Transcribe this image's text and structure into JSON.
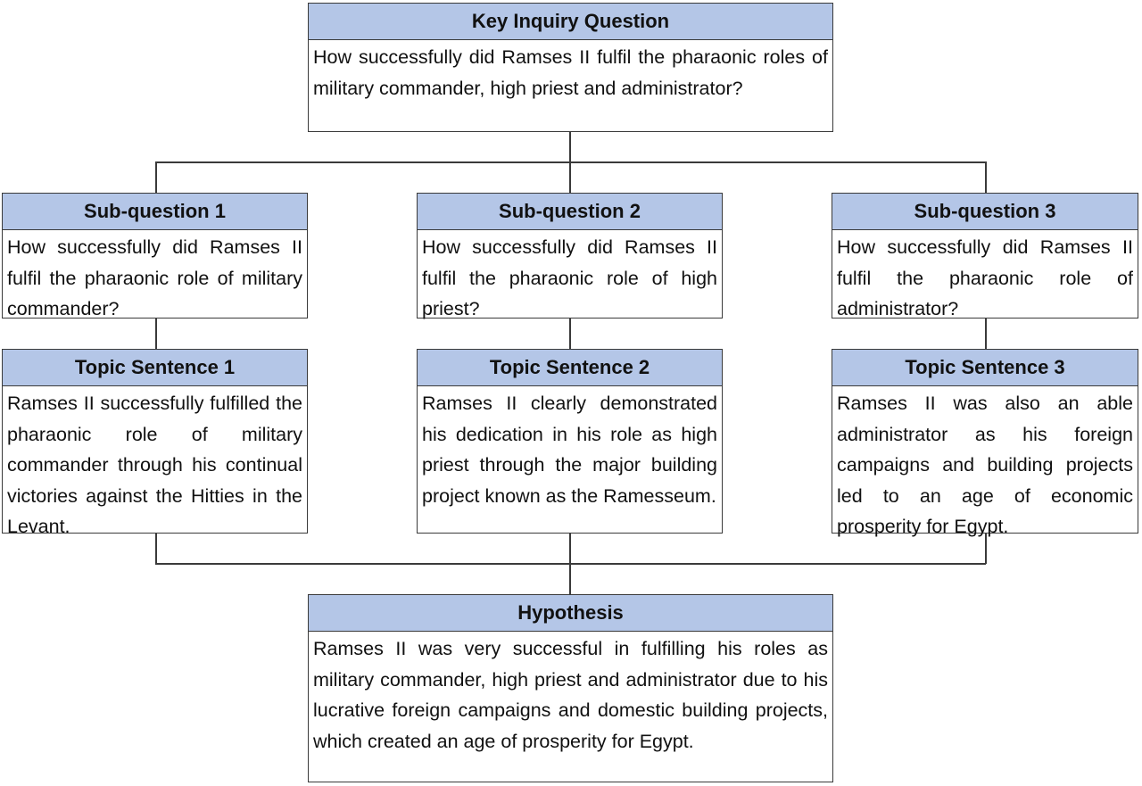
{
  "key_inquiry": {
    "heading": "Key Inquiry Question",
    "text": "How successfully did Ramses II fulfil the pharaonic roles of military commander, high priest and administrator?"
  },
  "sub_questions": [
    {
      "heading": "Sub-question 1",
      "text": "How successfully did Ramses II fulfil the pharaonic role of military commander?"
    },
    {
      "heading": "Sub-question 2",
      "text": "How successfully did Ramses II fulfil the pharaonic role of high priest?"
    },
    {
      "heading": "Sub-question 3",
      "text": "How successfully did Ramses II fulfil the pharaonic role of administrator?"
    }
  ],
  "topic_sentences": [
    {
      "heading": "Topic Sentence 1",
      "text": "Ramses II successfully fulfilled the pharaonic role of military commander through his continual victories against the Hitties in the Levant."
    },
    {
      "heading": "Topic Sentence 2",
      "text": "Ramses II clearly demonstrated his dedication in his role as high priest through the major building project known as the Ramesseum."
    },
    {
      "heading": "Topic Sentence 3",
      "text": "Ramses II was also an able administrator as his foreign campaigns and building projects led to an age of economic prosperity for Egypt."
    }
  ],
  "hypothesis": {
    "heading": "Hypothesis",
    "text": "Ramses II was very successful in fulfilling his roles as military commander, high priest and administrator due to his lucrative foreign campaigns and domestic building projects, which created an age of prosperity for Egypt."
  }
}
